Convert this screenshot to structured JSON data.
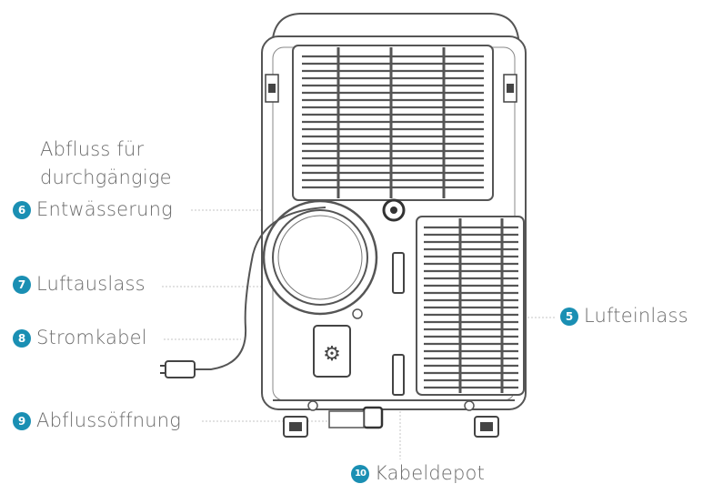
{
  "labels": {
    "drain_continuous_line1": "Abfluss für",
    "drain_continuous_line2": "durchgängige",
    "drain_continuous_line3": "Entwässerung",
    "air_outlet": "Luftauslass",
    "power_cord": "Stromkabel",
    "drain_opening": "Abflussöffnung",
    "air_inlet": "Lufteinlass",
    "cable_storage": "Kabeldepot"
  },
  "badges": {
    "b5": "5",
    "b6": "6",
    "b7": "7",
    "b8": "8",
    "b9": "9",
    "b10": "10"
  },
  "colors": {
    "badge": "#1a8fb3",
    "outline": "#555555",
    "text": "#6b6b6b",
    "leader": "#b5b5b5"
  }
}
